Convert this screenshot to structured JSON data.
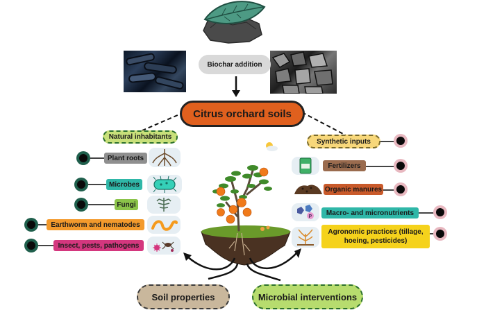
{
  "top": {
    "biochar_label": "Biochar addition"
  },
  "center": {
    "title": "Citrus orchard soils"
  },
  "left": {
    "header": "Natural inhabitants",
    "items": [
      {
        "label": "Plant roots",
        "color": "#8f8f8f",
        "icon": "roots-icon"
      },
      {
        "label": "Microbes",
        "color": "#2fb7a8",
        "icon": "microbe-icon"
      },
      {
        "label": "Fungi",
        "color": "#8bc34a",
        "icon": "fungi-icon"
      },
      {
        "label": "Earthworm and nematodes",
        "color": "#f39a2c",
        "icon": "earthworm-icon"
      },
      {
        "label": "Insect, pests, pathogens",
        "color": "#d4377e",
        "icon": "insect-icon"
      }
    ]
  },
  "right": {
    "header": "Synthetic inputs",
    "items": [
      {
        "label": "Fertilizers",
        "color": "#9a6b4e",
        "icon": "fertilizer-bag-icon"
      },
      {
        "label": "Organic manures",
        "color": "#c95a2b",
        "icon": "manure-pile-icon"
      },
      {
        "label": "Macro- and micronutrients",
        "color": "#2fb7a8",
        "icon": "nutrients-icon"
      },
      {
        "label": "Agronomic practices (tillage, hoeing, pesticides)",
        "color": "#f5d21c",
        "icon": "plant-sprout-icon"
      }
    ]
  },
  "bottom": {
    "soil_properties": "Soil properties",
    "microbial_interventions": "Microbial interventions"
  },
  "colors": {
    "title_orange": "#e0601e",
    "natural_green": "#c8e07a",
    "synthetic_yellow": "#f7d77a",
    "soil_brown": "#c9b79c",
    "microbial_green": "#b7dc6e"
  }
}
